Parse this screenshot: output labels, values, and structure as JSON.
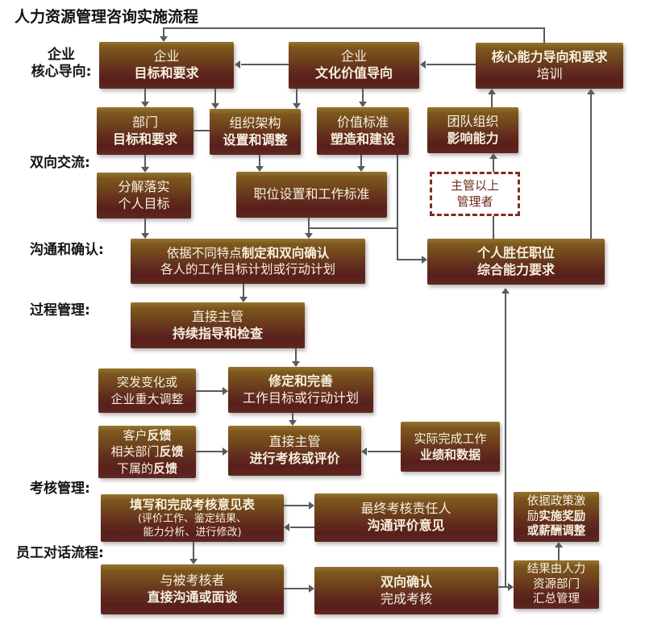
{
  "labels": {
    "title": "人力资源管理咨询实施流程",
    "row1a": "企业",
    "row1b": "核心导向:",
    "row2": "双向交流:",
    "row3": "沟通和确认:",
    "row4": "过程管理:",
    "row5": "考核管理:",
    "row6": "员工对话流程:"
  },
  "nodes": {
    "enterprise_goals": {
      "l1": "企业",
      "l2": "目标和要求"
    },
    "culture_values": {
      "l1": "企业",
      "l2": "文化价值导向"
    },
    "core_ability_training": {
      "l1": "核心能力导向和要求",
      "l2": "培训"
    },
    "dept_goals": {
      "l1": "部门",
      "l2": "目标和要求"
    },
    "org_structure": {
      "l1": "组织架构",
      "l2": "设置和调整"
    },
    "value_standards": {
      "l1": "价值标准",
      "l2": "塑造和建设"
    },
    "team_influence": {
      "l1": "团队组织",
      "l2": "影响能力"
    },
    "decompose_goals": {
      "l1": "分解落实",
      "l2": "个人目标"
    },
    "position_standards": {
      "l1": "职位设置和工作标准"
    },
    "supervisors": {
      "l1": "主管以上",
      "l2": "管理者"
    },
    "plan_confirm": {
      "l1a": "依据不同特点",
      "l1b": "制定和双向确认",
      "l2": "各人的工作目标计划或行动计划"
    },
    "competency": {
      "l1": "个人胜任职位",
      "l2": "综合能力要求"
    },
    "guidance": {
      "l1": "直接主管",
      "l2": "持续指导和检查"
    },
    "sudden_change": {
      "l1": "突发变化或",
      "l2": "企业重大调整"
    },
    "revise_plan": {
      "l1": "修定和完善",
      "l2": "工作目标或行动计划"
    },
    "feedback": {
      "l1a": "客户",
      "l1b": "反馈",
      "l2a": "相关部门",
      "l2b": "反馈",
      "l3a": "下属的",
      "l3b": "反馈"
    },
    "evaluate": {
      "l1": "直接主管",
      "l2": "进行考核或评价"
    },
    "actual_results": {
      "l1": "实际完成工作",
      "l2": "业绩和数据"
    },
    "review_form": {
      "l1": "填写和完成考核意见表",
      "l2": "(评价工作、鉴定结果、",
      "l3": "能力分析、进行修改)"
    },
    "final_reviewer": {
      "l1": "最终考核责任人",
      "l2": "沟通评价意见"
    },
    "rewards": {
      "l1": "依据政策激",
      "l2a": "励",
      "l2b": "实施奖励",
      "l3": "或薪酬调整"
    },
    "interview": {
      "l1": "与被考核者",
      "l2": "直接沟通或面谈"
    },
    "mutual_confirm": {
      "l1": "双向确认",
      "l2": "完成考核"
    },
    "hr_summary": {
      "l1": "结果由人力",
      "l2": "资源部门",
      "l3": "汇总管理"
    }
  },
  "colors": {
    "box_gradient_top": "#97752f",
    "box_gradient_mid": "#6f421d",
    "box_gradient_bottom": "#5f2822",
    "box_text": "#f7f0df",
    "connector_line": "#595a5c",
    "dashed_box_border": "#7e2d22",
    "dashed_box_text": "#6b2a1a",
    "label_text": "#141414"
  }
}
